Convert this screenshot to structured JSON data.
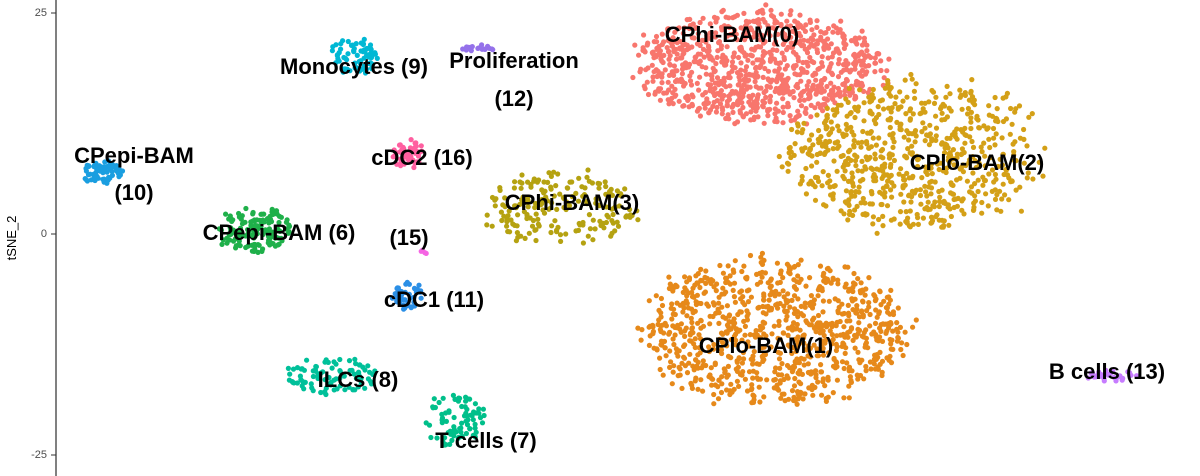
{
  "chart_data": {
    "type": "scatter",
    "title": "",
    "xlabel": "",
    "ylabel": "tSNE_2",
    "ylim": [
      -25,
      25
    ],
    "y_ticks": [
      -25,
      0,
      25
    ],
    "y_tick_labels": [
      "-25",
      "0",
      "25"
    ],
    "grid": false,
    "legend": "none",
    "clusters": [
      {
        "id": 0,
        "label": "CPhi-BAM(0)",
        "color": "#F8766D",
        "center": [
          4,
          19
        ],
        "spread": [
          8,
          6
        ],
        "n": 900
      },
      {
        "id": 1,
        "label": "CPlo-BAM(1)",
        "color": "#E6891A",
        "center": [
          5,
          -11
        ],
        "spread": [
          8.5,
          8
        ],
        "n": 900
      },
      {
        "id": 2,
        "label": "CPlo-BAM(2)",
        "color": "#D4A017",
        "center": [
          14,
          9
        ],
        "spread": [
          8,
          8
        ],
        "n": 700
      },
      {
        "id": 3,
        "label": "CPhi-BAM(3)",
        "color": "#B5A211",
        "center": [
          -9,
          3
        ],
        "spread": [
          5,
          4
        ],
        "n": 200
      },
      {
        "id": 6,
        "label": "CPepi-BAM (6)",
        "color": "#1FB04A",
        "center": [
          -29,
          0.5
        ],
        "spread": [
          2.5,
          2.5
        ],
        "n": 140
      },
      {
        "id": 7,
        "label": "T cells (7)",
        "color": "#00BF8A",
        "center": [
          -16,
          -21
        ],
        "spread": [
          2,
          3
        ],
        "n": 80
      },
      {
        "id": 8,
        "label": "ILCs (8)",
        "color": "#00C09A",
        "center": [
          -24,
          -16
        ],
        "spread": [
          3,
          2
        ],
        "n": 90
      },
      {
        "id": 9,
        "label": "Monocytes (9)",
        "color": "#00B8D4",
        "center": [
          -22.5,
          20
        ],
        "spread": [
          1.6,
          2
        ],
        "n": 70
      },
      {
        "id": 10,
        "label": "CPepi-BAM (10)",
        "color": "#1A9EE0",
        "center": [
          -39,
          7
        ],
        "spread": [
          1.3,
          1.3
        ],
        "n": 70
      },
      {
        "id": 11,
        "label": "cDC1 (11)",
        "color": "#2B8FE6",
        "center": [
          -19,
          -7
        ],
        "spread": [
          1,
          1.5
        ],
        "n": 50
      },
      {
        "id": 12,
        "label": "Proliferation (12)",
        "color": "#9471EA",
        "center": [
          -14.5,
          21
        ],
        "spread": [
          1.2,
          0.5
        ],
        "n": 20
      },
      {
        "id": 13,
        "label": "B cells (13)",
        "color": "#C77CFF",
        "center": [
          27,
          -16
        ],
        "spread": [
          1.5,
          0.6
        ],
        "n": 30
      },
      {
        "id": 15,
        "label": "(15)",
        "color": "#F564E3",
        "center": [
          -18,
          -2
        ],
        "spread": [
          0.3,
          0.3
        ],
        "n": 4
      },
      {
        "id": 16,
        "label": "cDC2 (16)",
        "color": "#FF5FA0",
        "center": [
          -19,
          9
        ],
        "spread": [
          1,
          1.5
        ],
        "n": 60
      }
    ]
  }
}
